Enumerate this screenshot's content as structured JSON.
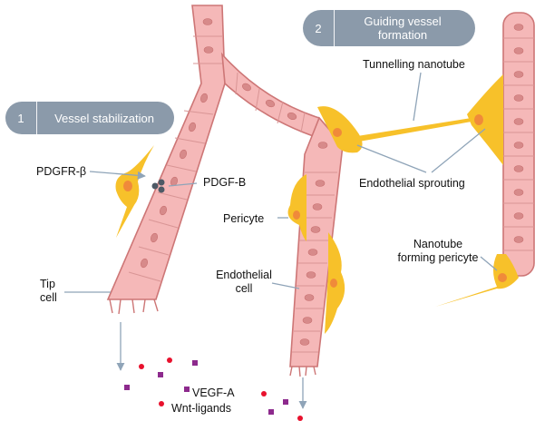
{
  "steps": [
    {
      "number": "1",
      "title": "Vessel stabilization"
    },
    {
      "number": "2",
      "title_line1": "Guiding vessel",
      "title_line2": "formation"
    }
  ],
  "labels": {
    "tunnelling_nanotube": "Tunnelling nanotube",
    "endothelial_sprouting": "Endothelial sprouting",
    "pdgfr_beta": "PDGFR-β",
    "pdgf_b": "PDGF-B",
    "pericyte": "Pericyte",
    "nanotube_pericyte_line1": "Nanotube",
    "nanotube_pericyte_line2": "forming pericyte",
    "endothelial_cell_line1": "Endothelial",
    "endothelial_cell_line2": "cell",
    "tip_cell_line1": "Tip",
    "tip_cell_line2": "cell"
  },
  "legend": {
    "vegf_a": "VEGF-A",
    "wnt_ligands": "Wnt-ligands"
  },
  "colors": {
    "vessel_fill": "#f5b8b8",
    "vessel_outline": "#cd7676",
    "cell_nucleus": "#d78a8a",
    "pericyte": "#f7c12a",
    "pericyte_nucleus": "#f08a3a",
    "pill": "#8b9aaa",
    "arrow": "#8fa4b8",
    "vegf_a_marker": "#8d2a8d",
    "wnt_marker": "#e8112d"
  }
}
